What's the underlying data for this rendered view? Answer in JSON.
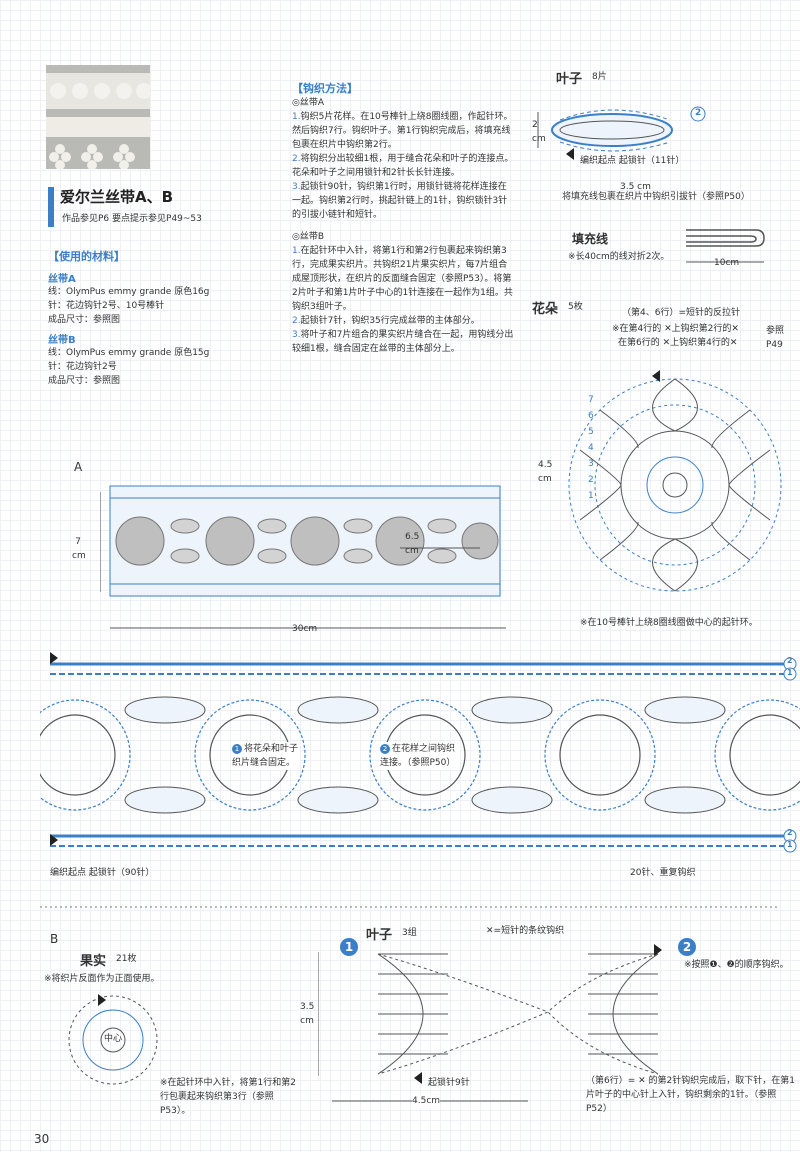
{
  "title": "爱尔兰丝带A、B",
  "subtitle": "作品参见P6 要点提示参见P49~53",
  "materials": {
    "heading": "【使用的材料】",
    "a_name": "丝带A",
    "a_lines": [
      "线：OlymPus emmy grande 原色16g",
      "针：花边钩针2号、10号棒针",
      "成品尺寸：参照图"
    ],
    "b_name": "丝带B",
    "b_lines": [
      "线：OlymPus emmy grande 原色15g",
      "针：花边钩针2号",
      "成品尺寸：参照图"
    ]
  },
  "method": {
    "heading": "【钩织方法】",
    "a_title": "◎丝带A",
    "a_steps": [
      "钩织5片花样。在10号棒针上绕8圈线圈，作起针环。然后钩织7行。钩织叶子。第1行钩织完成后，将填充线包裹在织片中钩织第2行。",
      "将钩织分出较细1根，用于缝合花朵和叶子的连接点。花朵和叶子之间用锁针和2针长长针连接。",
      "起锁针90针，钩织第1行时，用锁针链将花样连接在一起。钩织第2行时，挑起针链上的1针，钩织锁针3针的引拔小链针和短针。"
    ],
    "b_title": "◎丝带B",
    "b_steps": [
      "在起针环中入针，将第1行和第2行包裹起来钩织第3行，完成果实织片。共钩织21片果实织片，每7片组合成屋顶形状，在织片的反面缝合固定（参照P53）。将第2片叶子和第1片叶子中心的1针连接在一起作为1组。共钩织3组叶子。",
      "起锁针7针，钩织35行完成丝带的主体部分。",
      "将叶子和7片组合的果实织片缝合在一起，用钩线分出较细1根，缝合固定在丝带的主体部分上。"
    ]
  },
  "leaf_a": {
    "title": "叶子",
    "count": "8片",
    "height": "2 cm",
    "width": "3.5 cm",
    "start": "编织起点 起锁针（11针）",
    "note": "将填充线包裹在织片中钩织引拔针（参照P50）",
    "num2": "2"
  },
  "filler": {
    "title": "填充线",
    "note": "※长40cm的线对折2次。",
    "length": "10cm"
  },
  "flower": {
    "title": "花朵",
    "count": "5枚",
    "legend1": "（第4、6行）=短针的反拉针",
    "legend2": "※在第4行的 ✕上钩织第2行的✕",
    "legend3": "在第6行的 ✕上钩织第4行的✕",
    "ref": "参照 P49",
    "size": "4.5 cm",
    "note": "※在10号棒针上绕8圈线圈做中心的起针环。",
    "rows": [
      "7",
      "6",
      "5",
      "4",
      "3",
      "2",
      "1"
    ]
  },
  "ribbon_a": {
    "label": "A",
    "height": "7 cm",
    "flower_gap": "6.5 cm",
    "length": "30cm"
  },
  "chart_a": {
    "note1": "将花朵和叶子织片缝合固定。",
    "note2": "在花样之间钩织连接。（参照P50）",
    "start": "编织起点 起锁针（90针）",
    "repeat": "20针、重复钩织",
    "r1": "1",
    "r2": "2"
  },
  "section_b": {
    "label": "B",
    "fruit_title": "果实",
    "fruit_count": "21枚",
    "fruit_note": "※将织片反面作为正面使用。",
    "fruit_center": "中心",
    "fruit_note2": "※在起针环中入针，将第1行和第2行包裹起来钩织第3行（参照P53）。",
    "leaf_title": "叶子",
    "leaf_count": "3组",
    "leaf_legend": "✕=短针的条纹钩织",
    "leaf_height": "3.5 cm",
    "leaf_width": "4.5cm",
    "leaf_start": "起锁针9针",
    "leaf_order": "※按照❶、❷的顺序钩织。",
    "leaf_note": "（第6行）= ✕ 的第2针钩织完成后，取下针，在第1片叶子的中心针上入针，钩织剩余的1针。（参照P52）",
    "part1": "1",
    "part2": "2"
  },
  "page_number": "30"
}
